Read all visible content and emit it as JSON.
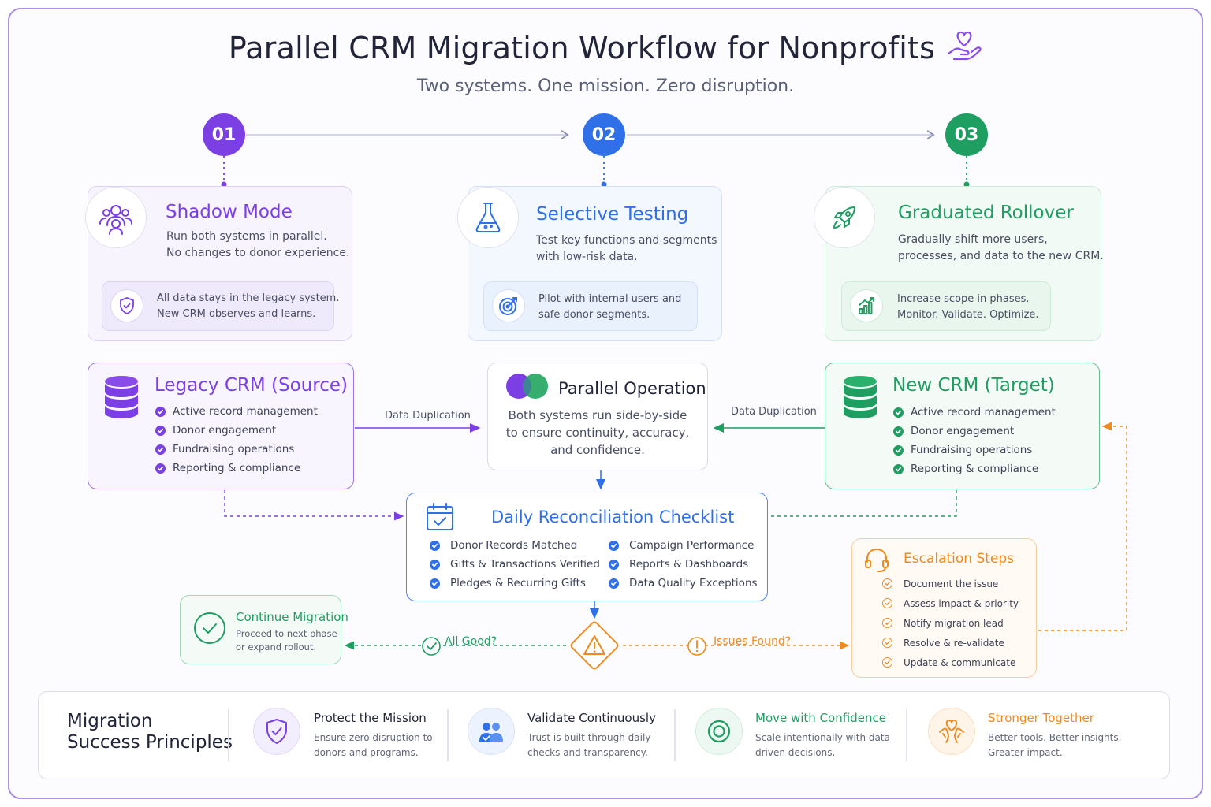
{
  "header": {
    "title": "Parallel CRM Migration Workflow for Nonprofits",
    "subtitle": "Two systems. One mission. Zero disruption."
  },
  "steps": [
    {
      "number": "01",
      "color": "#7b3fe4"
    },
    {
      "number": "02",
      "color": "#2f6fe8"
    },
    {
      "number": "03",
      "color": "#1f9e62"
    }
  ],
  "phases": {
    "shadow": {
      "title": "Shadow Mode",
      "lines": [
        "Run both systems in parallel.",
        "No changes to donor experience."
      ],
      "note": [
        "All data stays in the legacy system.",
        "New CRM observes and learns."
      ]
    },
    "testing": {
      "title": "Selective Testing",
      "lines": [
        "Test key functions and segments",
        "with low-risk data."
      ],
      "note": [
        "Pilot with internal users and",
        "safe donor segments."
      ]
    },
    "rollover": {
      "title": "Graduated Rollover",
      "lines": [
        "Gradually shift more users,",
        "processes, and data to the new CRM."
      ],
      "note": [
        "Increase scope in phases.",
        "Monitor. Validate. Optimize."
      ]
    }
  },
  "systems": {
    "legacy": {
      "title": "Legacy CRM (Source)",
      "items": [
        "Active record management",
        "Donor engagement",
        "Fundraising operations",
        "Reporting & compliance"
      ]
    },
    "parallel": {
      "title": "Parallel Operation",
      "lines": [
        "Both systems run side-by-side",
        "to ensure continuity, accuracy,",
        "and confidence."
      ]
    },
    "target": {
      "title": "New CRM (Target)",
      "items": [
        "Active record management",
        "Donor engagement",
        "Fundraising operations",
        "Reporting & compliance"
      ]
    }
  },
  "flow_labels": {
    "left": "Data Duplication",
    "right": "Data Duplication",
    "all_good": "All Good?",
    "issues": "Issues Found?"
  },
  "reconciliation": {
    "title": "Daily Reconciliation Checklist",
    "left": [
      "Donor Records Matched",
      "Gifts & Transactions Verified",
      "Pledges & Recurring Gifts"
    ],
    "right": [
      "Campaign Performance",
      "Reports & Dashboards",
      "Data Quality Exceptions"
    ]
  },
  "continue": {
    "title": "Continue Migration",
    "lines": [
      "Proceed to next phase",
      "or expand rollout."
    ]
  },
  "escalation": {
    "title": "Escalation Steps",
    "items": [
      "Document the issue",
      "Assess impact & priority",
      "Notify migration lead",
      "Resolve & re-validate",
      "Update & communicate"
    ]
  },
  "principles": {
    "heading": [
      "Migration",
      "Success Principles"
    ],
    "items": [
      {
        "title": "Protect the Mission",
        "lines": [
          "Ensure zero disruption to",
          "donors and programs."
        ]
      },
      {
        "title": "Validate Continuously",
        "lines": [
          "Trust is built through daily",
          "checks and transparency."
        ]
      },
      {
        "title": "Move with Confidence",
        "lines": [
          "Scale intentionally with data-",
          "driven decisions."
        ]
      },
      {
        "title": "Stronger Together",
        "lines": [
          "Better tools. Better insights.",
          "Greater impact."
        ]
      }
    ]
  },
  "colors": {
    "purple": "#7b3fe4",
    "blue": "#2f6fe8",
    "green": "#1f9e62",
    "orange": "#ef8a1f"
  }
}
